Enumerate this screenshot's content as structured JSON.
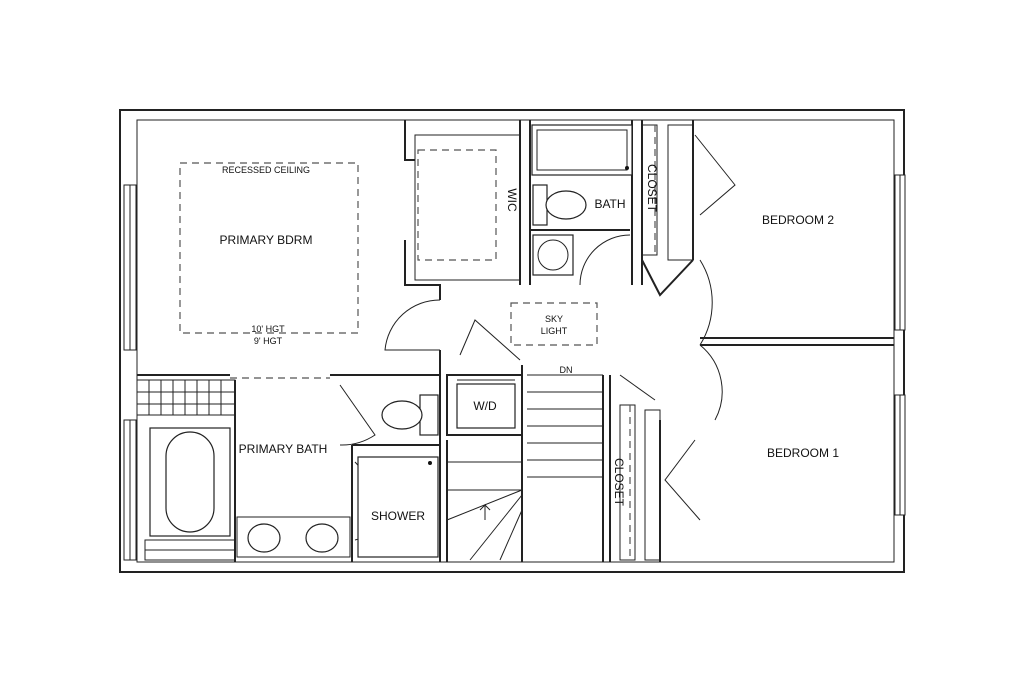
{
  "rooms": {
    "primary_bdrm": "PRIMARY BDRM",
    "recessed_ceiling": "RECESSED CEILING",
    "hgt_10": "10' HGT",
    "hgt_9": "9' HGT",
    "wic": "WIC",
    "bath": "BATH",
    "closet_top": "CLOSET",
    "bedroom_2": "BEDROOM 2",
    "sky_light_1": "SKY",
    "sky_light_2": "LIGHT",
    "dn": "DN",
    "wd": "W/D",
    "primary_bath": "PRIMARY BATH",
    "shower": "SHOWER",
    "closet_bottom": "CLOSET",
    "bedroom_1": "BEDROOM 1"
  }
}
